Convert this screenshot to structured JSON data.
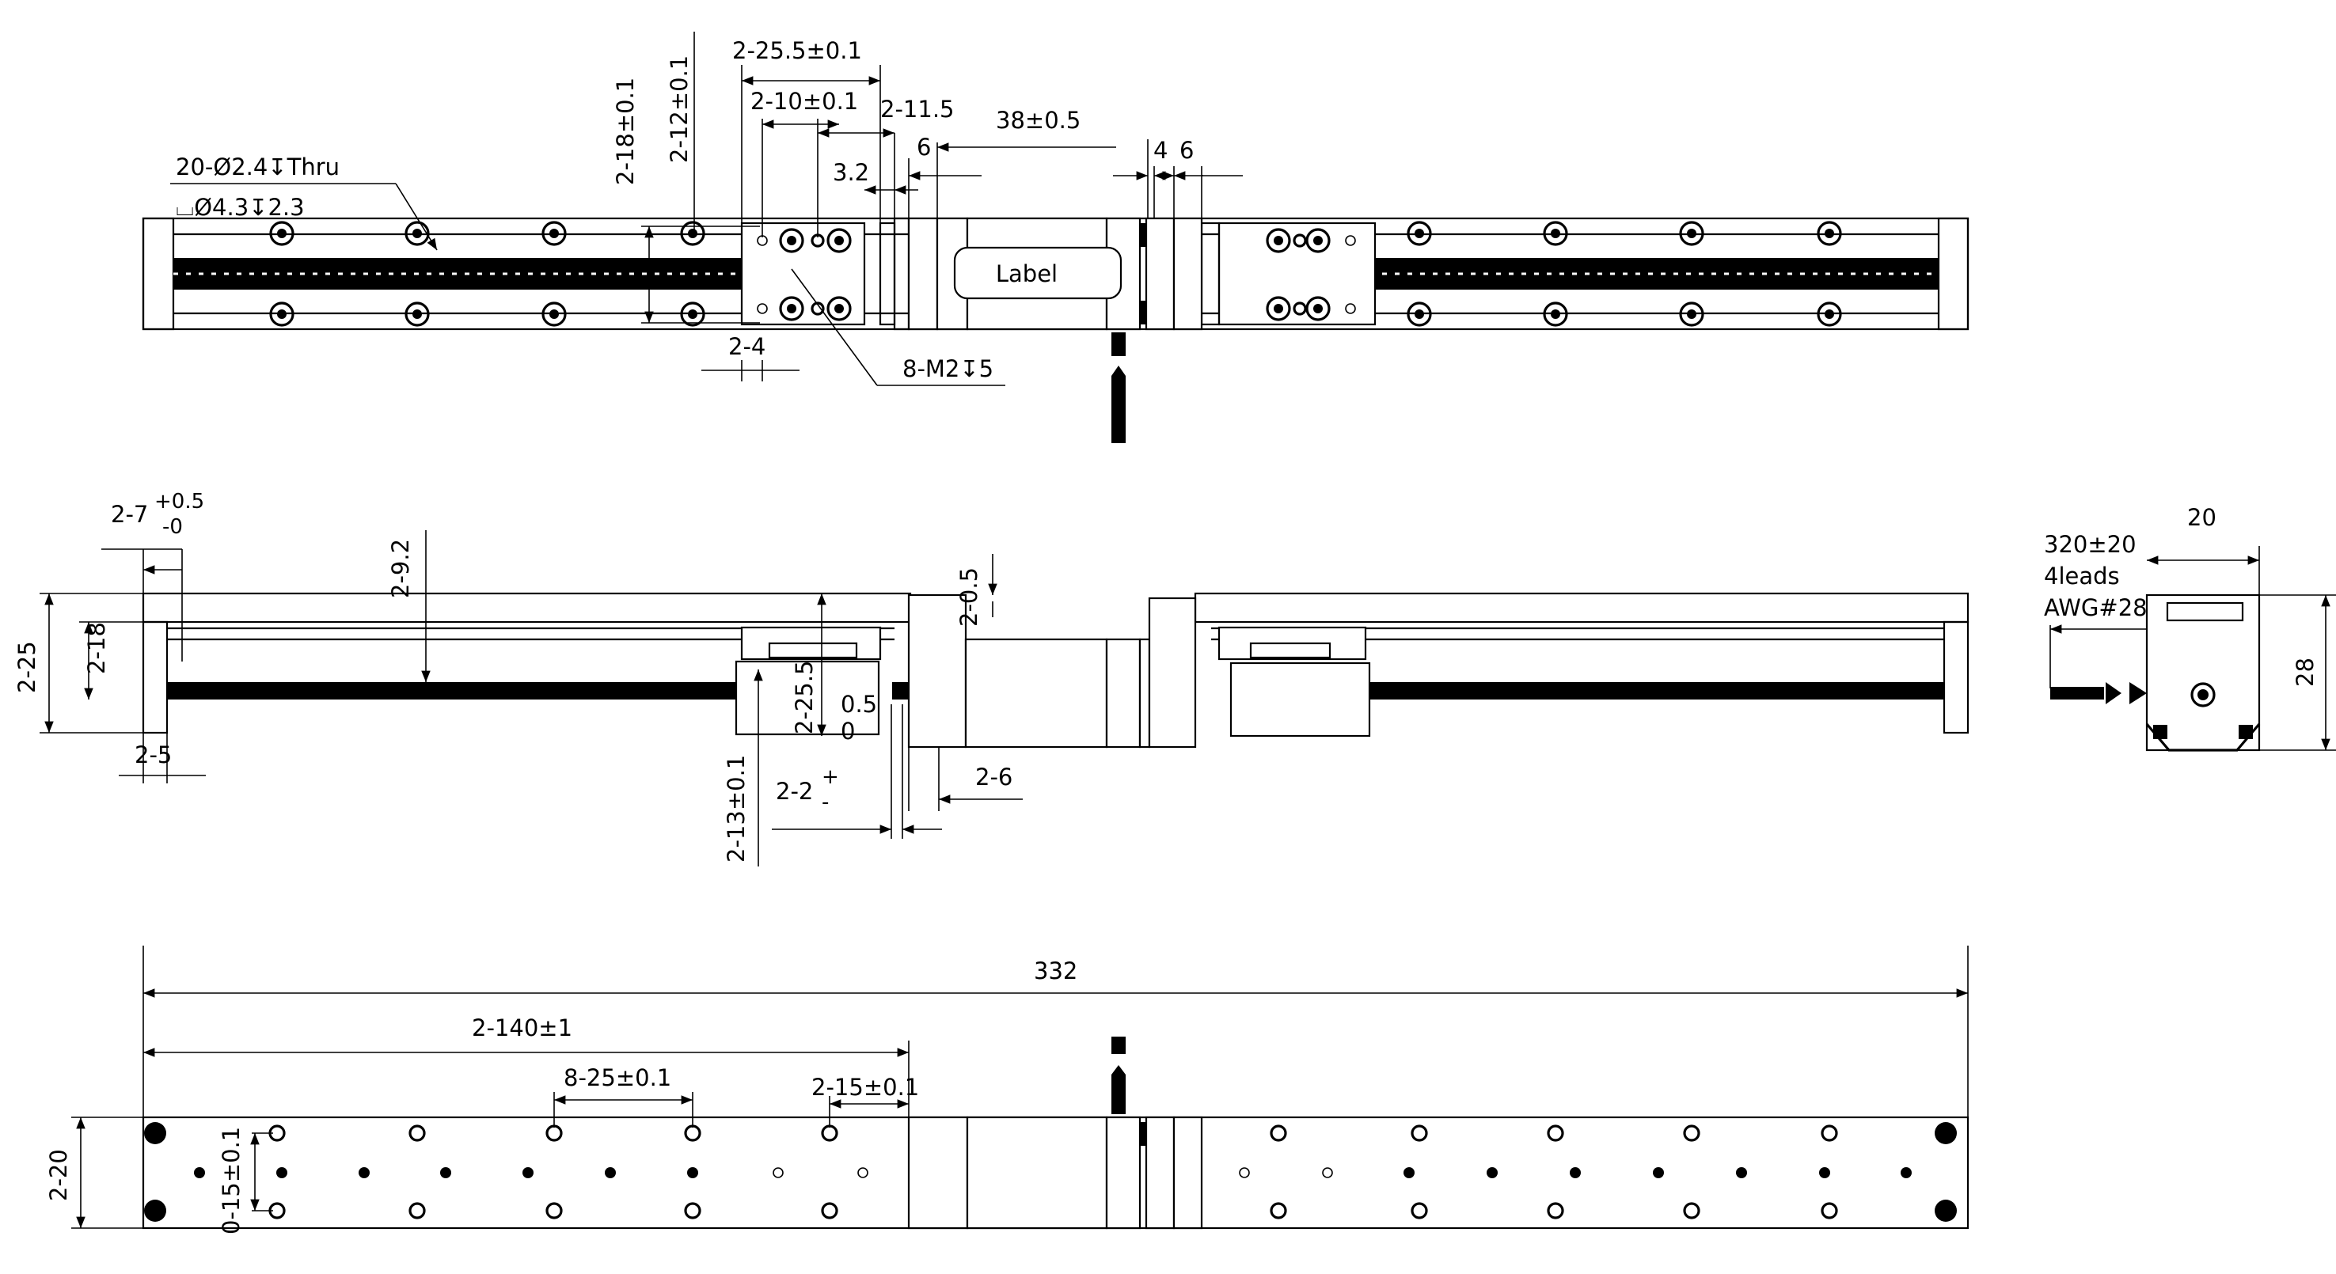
{
  "top_view": {
    "hole_callout_1": "20-Ø2.4↧Thru",
    "hole_callout_2": "⌴Ø4.3↧2.3",
    "dim_25_5": "2-25.5±0.1",
    "dim_10": "2-10±0.1",
    "dim_11_5": "2-11.5",
    "dim_18": "2-18±0.1",
    "dim_12": "2-12±0.1",
    "dim_6": "6",
    "dim_3_2": "3.2",
    "dim_38": "38±0.5",
    "dim_4": "4",
    "dim_6b": "6",
    "dim_2_4": "2-4",
    "tap_callout": "8-M2↧5",
    "label": "Label"
  },
  "side_view": {
    "dim_7": "2-7",
    "dim_7_tol_plus": "+0.5",
    "dim_7_tol_minus": "-0",
    "dim_9_2": "2-9.2",
    "dim_25": "2-25",
    "dim_18": "2-18",
    "dim_5": "2-5",
    "dim_0_5v": "2-0.5",
    "dim_25_5": "2-25.5",
    "dim_0_5": "0.5",
    "dim_0": "0",
    "dim_13": "2-13±0.1",
    "dim_2": "2-2",
    "dim_2_tol_plus": "+",
    "dim_2_tol_minus": "-",
    "dim_6": "2-6"
  },
  "end_view": {
    "lead_length": "320±20",
    "leads": "4leads",
    "awg": "AWG#28",
    "width": "20",
    "height": "28"
  },
  "bottom_view": {
    "overall_length": "332",
    "dim_140": "2-140±1",
    "dim_25": "8-25±0.1",
    "dim_15": "2-15±0.1",
    "dim_20": "2-20",
    "dim_15v": "0-15±0.1"
  }
}
